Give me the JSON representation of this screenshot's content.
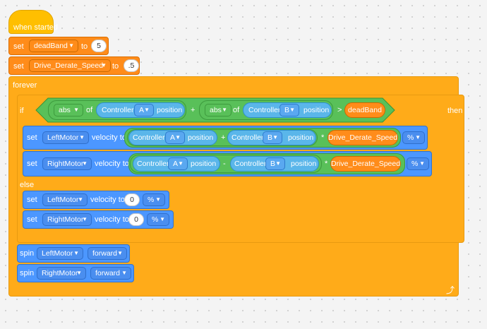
{
  "hat": {
    "label": "when started"
  },
  "set1": {
    "label": "set",
    "variable": "deadBand",
    "to": "to",
    "value": "5"
  },
  "set2": {
    "label": "set",
    "variable": "Drive_Derate_Speed",
    "to": "to",
    "value": ".5"
  },
  "forever": {
    "label": "forever"
  },
  "ifblock": {
    "if": "if",
    "then": "then",
    "else": "else"
  },
  "condition": {
    "abs": "abs",
    "of": "of",
    "plus": "+",
    "controller": "Controller",
    "a": "A",
    "b": "B",
    "position": "position",
    "gt": ">",
    "deadband": "deadBand"
  },
  "set_left": {
    "set": "set",
    "motor": "LeftMotor",
    "velocity_to": "velocity to",
    "controller": "Controller",
    "a": "A",
    "b": "B",
    "position": "position",
    "plus": "+",
    "times": "*",
    "variable": "Drive_Derate_Speed",
    "unit": "%"
  },
  "set_right": {
    "set": "set",
    "motor": "RightMotor",
    "velocity_to": "velocity to",
    "controller": "Controller",
    "a": "A",
    "b": "B",
    "position": "position",
    "minus": "-",
    "times": "*",
    "variable": "Drive_Derate_Speed",
    "unit": "%"
  },
  "else_left": {
    "set": "set",
    "motor": "LeftMotor",
    "velocity_to": "velocity to",
    "value": "0",
    "unit": "%"
  },
  "else_right": {
    "set": "set",
    "motor": "RightMotor",
    "velocity_to": "velocity to",
    "value": "0",
    "unit": "%"
  },
  "spin_left": {
    "label": "spin",
    "motor": "LeftMotor",
    "direction": "forward"
  },
  "spin_right": {
    "label": "spin",
    "motor": "RightMotor",
    "direction": "forward"
  },
  "icons": {
    "dropdown": "caret-down-icon",
    "loop": "loop-arrow-icon"
  },
  "colors": {
    "event": "#ffbf00",
    "variables": "#ff8c1a",
    "control": "#ffab19",
    "motion": "#4c97ff",
    "operators": "#59c059"
  }
}
